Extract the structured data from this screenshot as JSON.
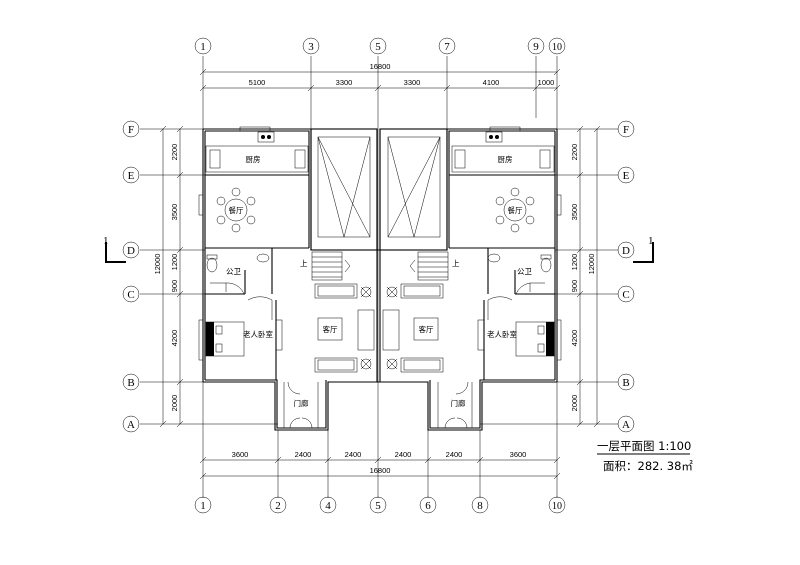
{
  "axes_top": [
    "1",
    "3",
    "5",
    "7",
    "9",
    "10"
  ],
  "axes_bottom": [
    "1",
    "2",
    "4",
    "5",
    "6",
    "8",
    "10"
  ],
  "axes_left": [
    "F",
    "E",
    "D",
    "C",
    "B",
    "A"
  ],
  "axes_right": [
    "F",
    "E",
    "D",
    "C",
    "B",
    "A"
  ],
  "dims_top_total": "16800",
  "dims_top": [
    "5100",
    "3300",
    "3300",
    "4100",
    "1000"
  ],
  "dims_bottom": [
    "3600",
    "2400",
    "2400",
    "2400",
    "2400",
    "3600"
  ],
  "dims_bottom_total": "16800",
  "dims_left_total": "12000",
  "dims_left": [
    "2200",
    "3500",
    "1200",
    "900",
    "4200",
    "2000"
  ],
  "dims_right_total": "12000",
  "dims_right": [
    "2200",
    "3500",
    "1200",
    "900",
    "4200",
    "2000"
  ],
  "rooms": {
    "kitchen": "厨房",
    "dining": "餐厅",
    "bathroom": "公卫",
    "living": "客厅",
    "bedroom": "老人卧室",
    "porch": "门廊",
    "stair_up": "上"
  },
  "section_mark": "1",
  "title": "一层平面图 1:100",
  "area": "面积：282. 38㎡"
}
